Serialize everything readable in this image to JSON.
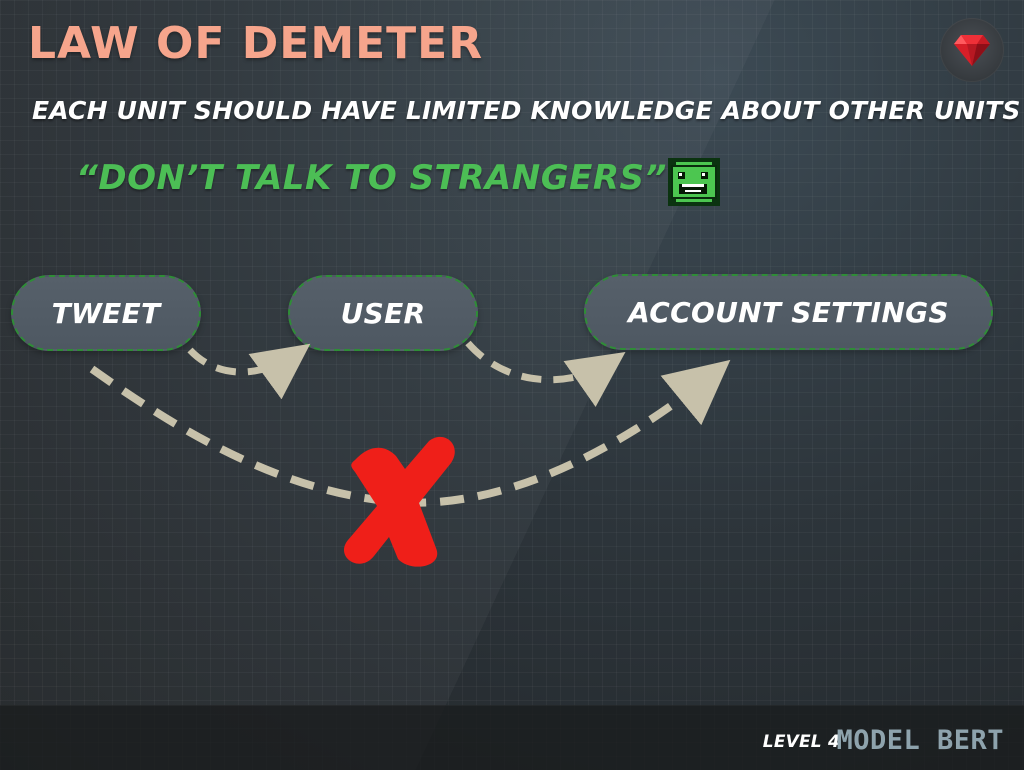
{
  "slide": {
    "title": "LAW OF DEMETER",
    "subtitle": "EACH UNIT SHOULD HAVE LIMITED KNOWLEDGE ABOUT OTHER UNITS",
    "quote": "“DON’T TALK TO STRANGERS”",
    "icons": {
      "top_right": "ruby-gem-icon",
      "quote_face": "smiley-face-icon",
      "forbidden_mark": "red-x-icon"
    },
    "colors": {
      "title": "#f6a58c",
      "quote": "#4cbe55",
      "node_border": "#2f8d37",
      "arrow": "#c7c1aa",
      "forbidden": "#ef1f19",
      "course": "#8ea3ad"
    }
  },
  "diagram": {
    "nodes": [
      {
        "id": "tweet",
        "label": "TWEET"
      },
      {
        "id": "user",
        "label": "USER"
      },
      {
        "id": "account",
        "label": "ACCOUNT SETTINGS"
      }
    ],
    "connections": [
      {
        "from": "tweet",
        "to": "user",
        "allowed": true
      },
      {
        "from": "user",
        "to": "account",
        "allowed": true
      },
      {
        "from": "tweet",
        "to": "account",
        "allowed": false
      }
    ]
  },
  "footer": {
    "level": "LEVEL 4",
    "course": "MODEL BERT"
  }
}
